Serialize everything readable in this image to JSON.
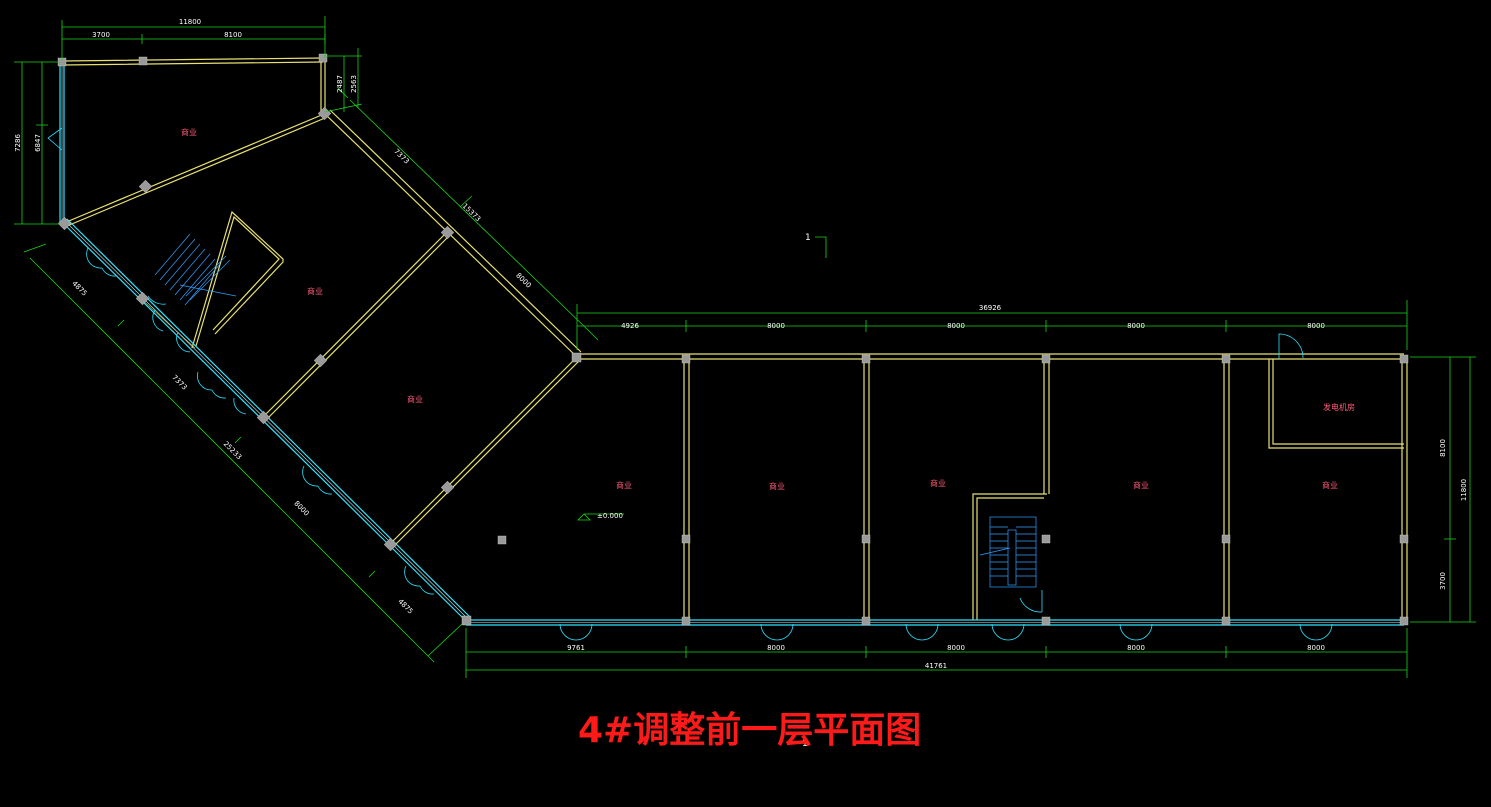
{
  "title": "4#调整前一层平面图",
  "elevation_mark": "±0.000",
  "section_marks": {
    "upper": "1",
    "lower": "1"
  },
  "rooms": {
    "west_top": "商业",
    "diag_mid": "商业",
    "diag_low": "商业",
    "bay1": "商业",
    "bay2": "商业",
    "bay3": "商业",
    "bay4": "商业",
    "bay5": "商业",
    "generator_room": "发电机房"
  },
  "dimensions": {
    "top_total": "11800",
    "top_seg1": "3700",
    "top_seg2": "8100",
    "left_outer": "7286",
    "left_inner": "6847",
    "short_a": "2487",
    "short_b": "2563",
    "ne_seg1": "7373",
    "ne_total": "15373",
    "ne_seg2": "8000",
    "sw_seg1": "4875",
    "sw_seg2": "7373",
    "sw_total": "25233",
    "sw_seg3": "8000",
    "sw_seg4": "4875",
    "east_total": "36926",
    "east_seg1": "4926",
    "east_seg2": "8000",
    "east_seg3": "8000",
    "east_seg4": "8000",
    "east_seg5": "8000",
    "right_seg1": "8100",
    "right_seg2": "3700",
    "right_total": "11800",
    "bottom_seg1": "9761",
    "bottom_seg2": "8000",
    "bottom_seg3": "8000",
    "bottom_seg4": "8000",
    "bottom_seg5": "8000",
    "bottom_total": "41761"
  }
}
